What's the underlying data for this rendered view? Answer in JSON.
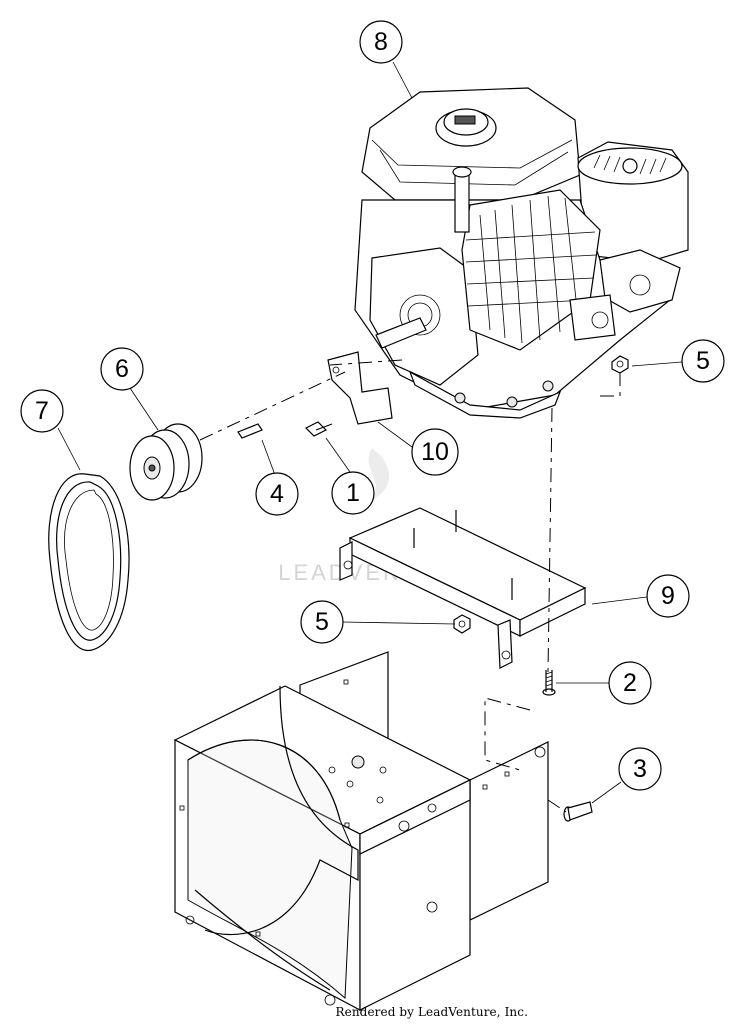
{
  "callouts": [
    {
      "id": "c8",
      "label": "8"
    },
    {
      "id": "c5a",
      "label": "5"
    },
    {
      "id": "c6",
      "label": "6"
    },
    {
      "id": "c7",
      "label": "7"
    },
    {
      "id": "c10",
      "label": "10"
    },
    {
      "id": "c4",
      "label": "4"
    },
    {
      "id": "c1",
      "label": "1"
    },
    {
      "id": "c9",
      "label": "9"
    },
    {
      "id": "c5b",
      "label": "5"
    },
    {
      "id": "c2",
      "label": "2"
    },
    {
      "id": "c3",
      "label": "3"
    }
  ],
  "watermark": "LEADVENTURE",
  "credit": "Rendered by LeadVenture, Inc."
}
